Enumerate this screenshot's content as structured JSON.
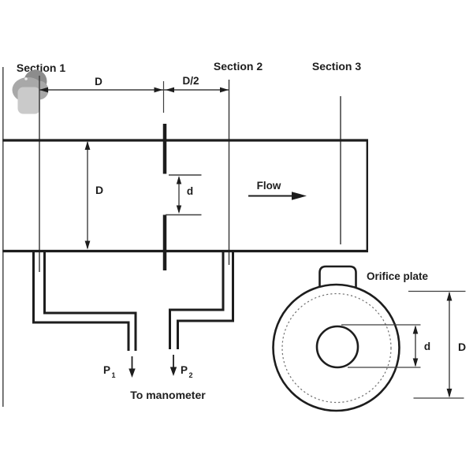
{
  "figure": {
    "kind": "orifice-plate-flow-meter-diagram",
    "labels": {
      "section1": "Section 1",
      "section2": "Section 2",
      "section3": "Section 3",
      "dim_D": "D",
      "dim_D_half": "D/2",
      "pipe_diameter": "D",
      "orifice_diameter": "d",
      "flow": "Flow",
      "p1_base": "P",
      "p1_sub": "1",
      "p2_base": "P",
      "p2_sub": "2",
      "to_manometer": "To manometer",
      "orifice_plate": "Orifice plate",
      "front_hole_diameter": "d",
      "front_pipe_diameter": "D"
    }
  },
  "colors": {
    "background": "#ffffff",
    "ink": "#1d1d1d",
    "thin_line": "#3f3f3f",
    "border_line": "#555555",
    "dashed_circle": "#6e6e6e",
    "cursor_dark": "#8c8c8c",
    "cursor_mid": "#a8a8a8",
    "cursor_light": "#cacaca",
    "cursor_dot": "#ececec"
  }
}
